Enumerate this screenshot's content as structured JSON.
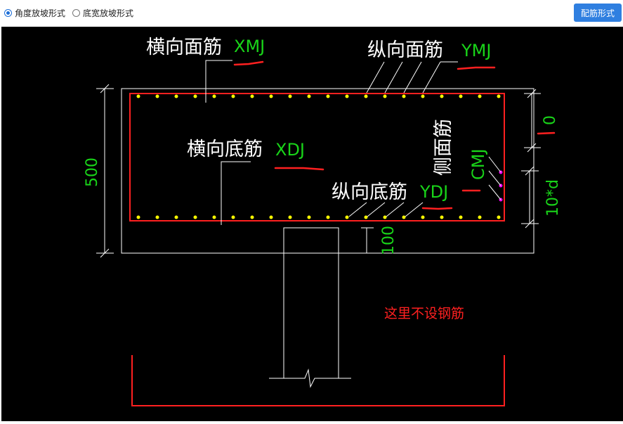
{
  "toolbar": {
    "mode_angle": "角度放坡形式",
    "mode_bottom_width": "底宽放坡形式",
    "rebar_button": "配筋形式"
  },
  "drawing": {
    "top_transverse_label": "横向面筋",
    "top_transverse_code": "XMJ",
    "top_longitudinal_label": "纵向面筋",
    "top_longitudinal_code": "YMJ",
    "bottom_transverse_label": "横向底筋",
    "bottom_transverse_code": "XDJ",
    "bottom_longitudinal_label": "纵向底筋",
    "bottom_longitudinal_code": "YDJ",
    "side_label": "侧面筋",
    "side_code": "CMJ",
    "dim_height": "500",
    "dim_top_gap": "0",
    "dim_side_spacing": "10*d",
    "dim_bottom": "100",
    "no_rebar_note": "这里不设钢筋"
  },
  "colors": {
    "label_white": "#ffffff",
    "code_green": "#19d419",
    "rebar_red": "#ff2020",
    "dot_yellow": "#ffff00",
    "side_magenta": "#ff00ff",
    "button_blue": "#2f7fe0"
  }
}
